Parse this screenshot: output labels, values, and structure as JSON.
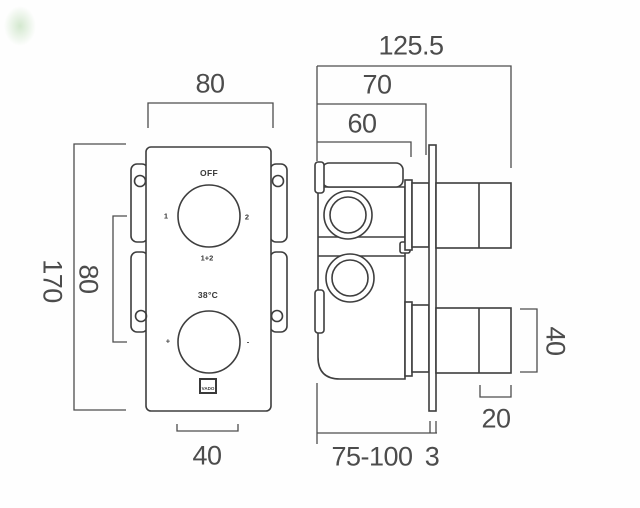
{
  "front_view": {
    "labels": {
      "off": "OFF",
      "outlet_one": "1",
      "outlet_two": "2",
      "outlet_both": "1+2",
      "temperature": "38°C",
      "plus": "+",
      "minus": "-"
    },
    "brand": "VADO",
    "dimensions": {
      "width": "80",
      "height": "170",
      "fixing_centres": "80",
      "base_width": "40"
    }
  },
  "side_view": {
    "dimensions": {
      "overall_depth": "125.5",
      "body_depth": "70",
      "recess_depth": "60",
      "handle_height": "40",
      "handle_cap_depth": "20",
      "wall_depth_range": "75-100",
      "plate_thickness": "3"
    }
  }
}
